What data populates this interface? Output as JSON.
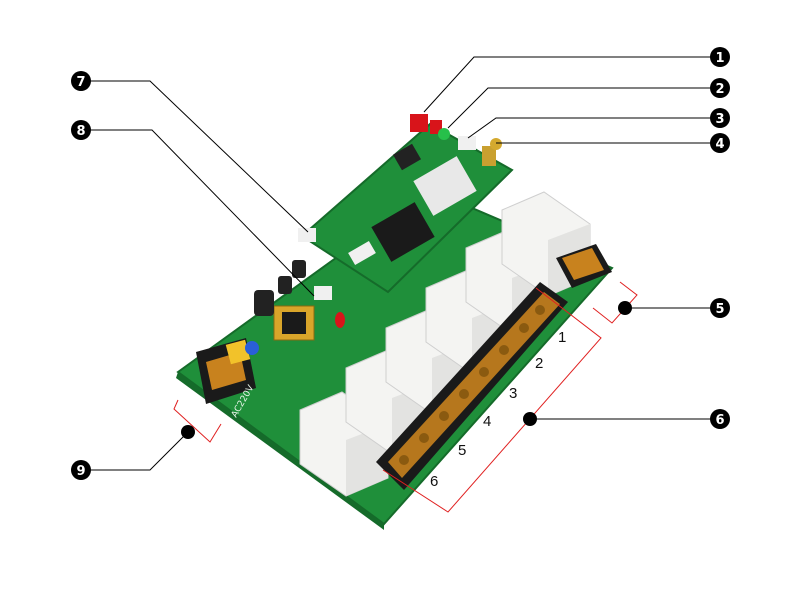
{
  "callouts": [
    {
      "id": "1",
      "label": "1"
    },
    {
      "id": "2",
      "label": "2"
    },
    {
      "id": "3",
      "label": "3"
    },
    {
      "id": "4",
      "label": "4"
    },
    {
      "id": "5",
      "label": "5"
    },
    {
      "id": "6",
      "label": "6"
    },
    {
      "id": "7",
      "label": "7"
    },
    {
      "id": "8",
      "label": "8"
    },
    {
      "id": "9",
      "label": "9"
    }
  ],
  "relay_numbers": [
    "1",
    "2",
    "3",
    "4",
    "5",
    "6"
  ],
  "board": {
    "power_silkscreen": "AC220V"
  },
  "colors": {
    "pcb": "#1f8f3a",
    "pcb_dark": "#156b2a",
    "terminal": "#c8821e",
    "relay": "#f4f4f2",
    "callout_line": "#000000",
    "bracket": "#e02020"
  }
}
